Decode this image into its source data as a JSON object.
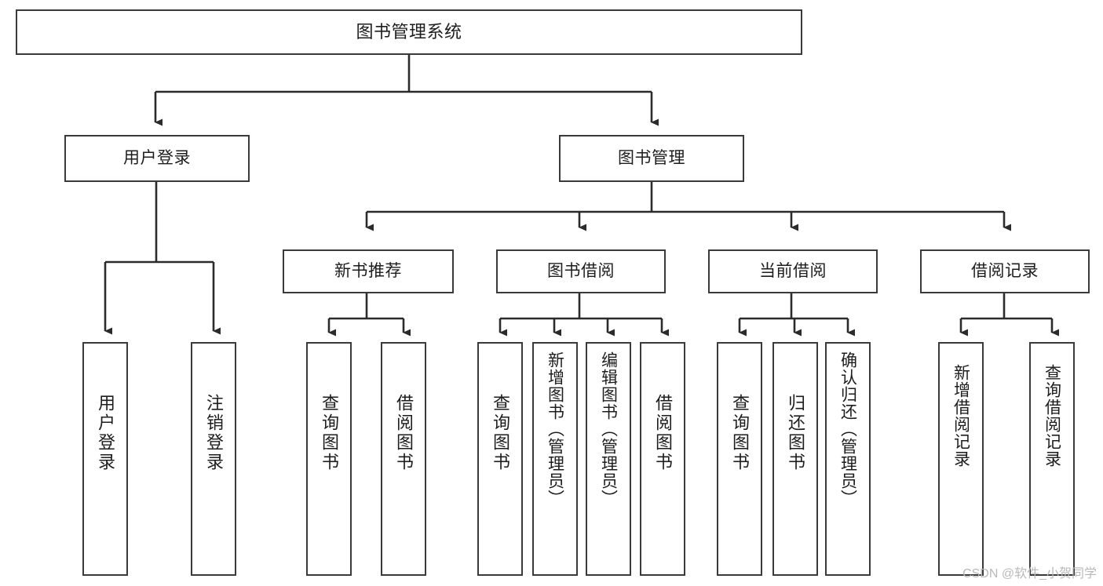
{
  "diagram": {
    "type": "tree",
    "title": "图书管理系统",
    "orientation": "top-down",
    "stroke_color": "#3a3a3a",
    "fill_color": "#ffffff",
    "text_color": "#1d1d1d",
    "background": "#ffffff"
  },
  "watermark": {
    "text": "CSDN @软件_小贺同学",
    "color": "#b9b9b9"
  },
  "nodes": {
    "root": {
      "label": "图书管理系统",
      "level": 0
    },
    "user_login": {
      "label": "用户登录",
      "level": 1
    },
    "book_manage": {
      "label": "图书管理",
      "level": 1
    },
    "new_book_rec": {
      "label": "新书推荐",
      "level": 2
    },
    "book_borrow": {
      "label": "图书借阅",
      "level": 2
    },
    "current_borrow": {
      "label": "当前借阅",
      "level": 2
    },
    "borrow_record": {
      "label": "借阅记录",
      "level": 2
    },
    "leaf_user_login": {
      "label": "用户登录",
      "level": 3
    },
    "leaf_logout": {
      "label": "注销登录",
      "level": 3
    },
    "leaf_query_book_1": {
      "label": "查询图书",
      "level": 3
    },
    "leaf_borrow_book_1": {
      "label": "借阅图书",
      "level": 3
    },
    "leaf_query_book_2": {
      "label": "查询图书",
      "level": 3
    },
    "leaf_add_book": {
      "label": "新增图书（管理员）",
      "level": 3
    },
    "leaf_edit_book": {
      "label": "编辑图书（管理员）",
      "level": 3
    },
    "leaf_borrow_book_2": {
      "label": "借阅图书",
      "level": 3
    },
    "leaf_query_book_3": {
      "label": "查询图书",
      "level": 3
    },
    "leaf_return_book": {
      "label": "归还图书",
      "level": 3
    },
    "leaf_confirm_return": {
      "label": "确认归还（管理员）",
      "level": 3
    },
    "leaf_add_record": {
      "label": "新增借阅记录",
      "level": 3
    },
    "leaf_query_record": {
      "label": "查询借阅记录",
      "level": 3
    }
  },
  "edges": [
    {
      "from": "root",
      "to": "user_login"
    },
    {
      "from": "root",
      "to": "book_manage"
    },
    {
      "from": "user_login",
      "to": "leaf_user_login"
    },
    {
      "from": "user_login",
      "to": "leaf_logout"
    },
    {
      "from": "book_manage",
      "to": "new_book_rec"
    },
    {
      "from": "book_manage",
      "to": "book_borrow"
    },
    {
      "from": "book_manage",
      "to": "current_borrow"
    },
    {
      "from": "book_manage",
      "to": "borrow_record"
    },
    {
      "from": "new_book_rec",
      "to": "leaf_query_book_1"
    },
    {
      "from": "new_book_rec",
      "to": "leaf_borrow_book_1"
    },
    {
      "from": "book_borrow",
      "to": "leaf_query_book_2"
    },
    {
      "from": "book_borrow",
      "to": "leaf_add_book"
    },
    {
      "from": "book_borrow",
      "to": "leaf_edit_book"
    },
    {
      "from": "book_borrow",
      "to": "leaf_borrow_book_2"
    },
    {
      "from": "current_borrow",
      "to": "leaf_query_book_3"
    },
    {
      "from": "current_borrow",
      "to": "leaf_return_book"
    },
    {
      "from": "current_borrow",
      "to": "leaf_confirm_return"
    },
    {
      "from": "borrow_record",
      "to": "leaf_add_record"
    },
    {
      "from": "borrow_record",
      "to": "leaf_query_record"
    }
  ]
}
